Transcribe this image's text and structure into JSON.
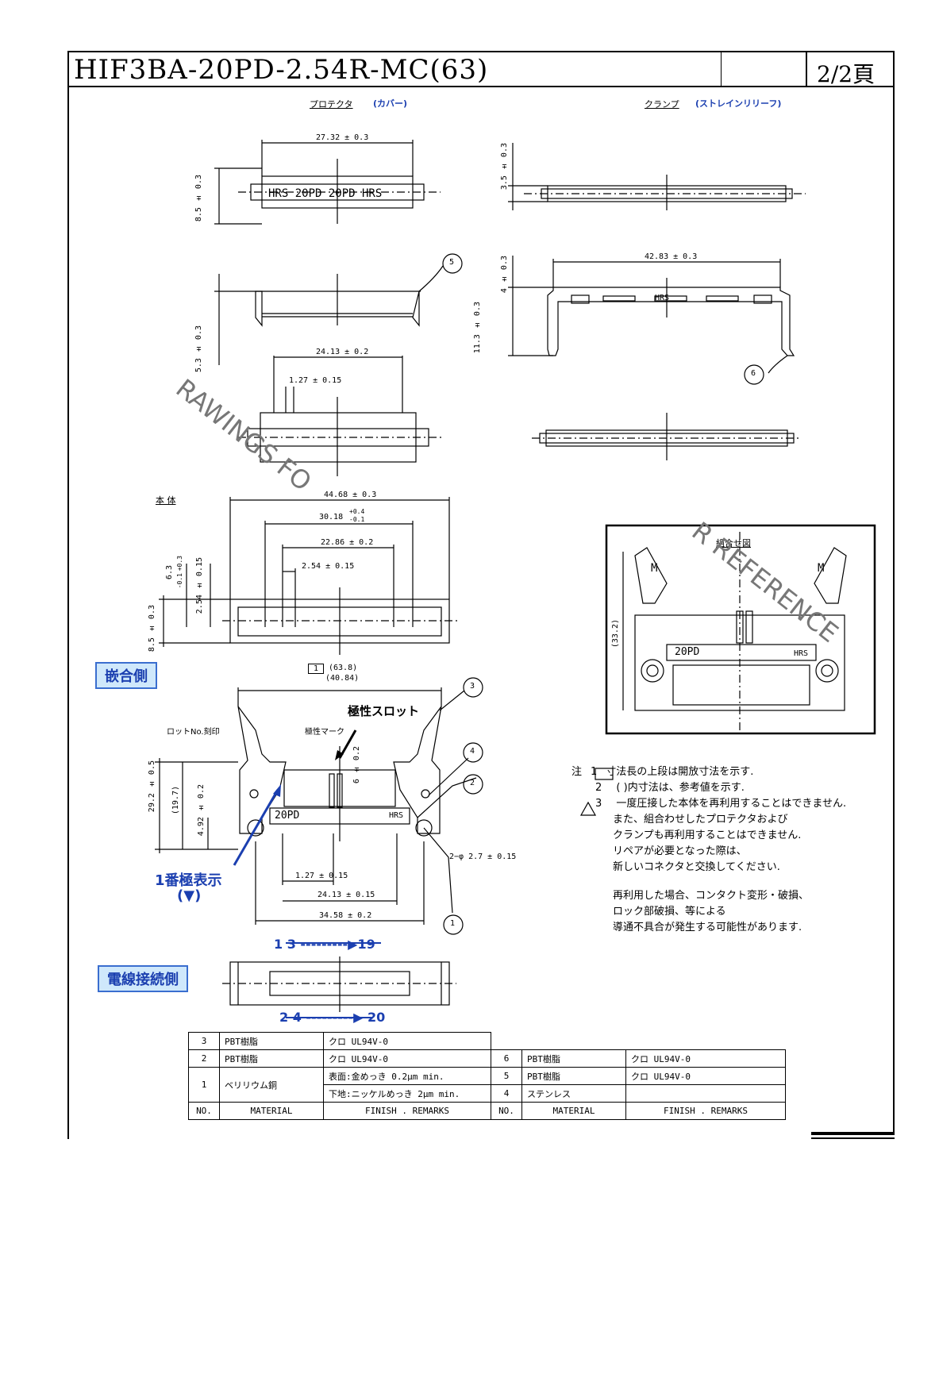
{
  "title_block": {
    "part_number": "HIF3BA-20PD-2.54R-MC(63)",
    "page": "2/2頁"
  },
  "section_labels": {
    "protector": "プロテクタ",
    "protector_alt": "(カバー)",
    "clamp": "クランプ",
    "clamp_alt": "(ストレインリリーフ)",
    "body": "本 体",
    "assembly": "組合せ図",
    "mating_side": "嵌合側",
    "wire_side": "電線接続側"
  },
  "protector_dims": {
    "d1": "27.32 ± 0.3",
    "d2": "8.5 ± 0.3",
    "d3": "5.3 ± 0.3",
    "d4": "24.13 ± 0.2",
    "d5": "1.27 ± 0.15",
    "marking": "HRS 20PD 20PD HRS"
  },
  "clamp_dims": {
    "d1": "3.5 ± 0.3",
    "d2": "42.83 ± 0.3",
    "d3": "4 ± 0.3",
    "d4": "11.3 ± 0.3",
    "marking": "HRS"
  },
  "body_dims": {
    "d1": "44.68 ± 0.3",
    "d2": "30.18",
    "d2_tol_plus": "+0.4",
    "d2_tol_minus": "-0.1",
    "d3": "22.86 ± 0.2",
    "d4": "2.54 ± 0.15",
    "d5": "6.3",
    "d5_tol_plus": "+0.3",
    "d5_tol_minus": "-0.1",
    "d6": "2.54 ± 0.15",
    "d7": "8.5 ± 0.3"
  },
  "assembly_dims": {
    "d1": "(33.2)",
    "marking_top": "20PD",
    "marking_bottom": "HRS",
    "letter": "M"
  },
  "mating_dims": {
    "d_open": "(63.8)",
    "d_ref": "(40.84)",
    "lot": "ロットNo.刻印",
    "polarity_mark": "極性マーク",
    "polarity_slot": "極性スロット",
    "d_h1": "29.2 ± 0.5",
    "d_h2": "(19.7)",
    "d_h3": "4.92 ± 0.2",
    "d_h4": "6 ± 0.2",
    "d_hole": "2−φ 2.7 ± 0.15",
    "d_w1": "1.27 ± 0.15",
    "d_w2": "24.13 ± 0.15",
    "d_w3": "34.58 ± 0.2",
    "pin1_label": "1番極表示",
    "pin1_symbol": "(▼)",
    "marking": "20PD",
    "marking2": "HRS"
  },
  "wire_side": {
    "row1": "1 3 ---------▶19",
    "row2": "2 4 ---------▶ 20"
  },
  "callouts": [
    "1",
    "2",
    "3",
    "4",
    "5",
    "6"
  ],
  "notes": {
    "head": "注",
    "n1_num": "1",
    "n1": "寸法長の上段は開放寸法を示す.",
    "n2_num": "2",
    "n2": "(   )内寸法は、参考値を示す.",
    "n3_num": "3",
    "n3_lines": [
      "一度圧接した本体を再利用することはできません.",
      "また、組合わせしたプロテクタおよび",
      "クランプも再利用することはできません.",
      "リペアが必要となった際は、",
      "新しいコネクタと交換してください."
    ],
    "n4_lines": [
      "再利用した場合、コンタクト変形・破損、",
      "ロック部破損、等による",
      "導通不具合が発生する可能性があります."
    ]
  },
  "watermark": {
    "text1": "RAWINGS FO",
    "text2": "R REFERENCE"
  },
  "bom": {
    "headers": [
      "NO.",
      "MATERIAL",
      "FINISH . REMARKS",
      "NO.",
      "MATERIAL",
      "FINISH . REMARKS"
    ],
    "rows": [
      {
        "no": "3",
        "material": "PBT樹脂",
        "finish": "クロ        UL94V-0"
      },
      {
        "no": "2",
        "material": "PBT樹脂",
        "finish": "クロ        UL94V-0",
        "no_r": "6",
        "material_r": "PBT樹脂",
        "finish_r": "クロ        UL94V-0"
      },
      {
        "no": "1",
        "material": "ベリリウム銅",
        "finish": "表面:金めっき 0.2μm min.",
        "finish2": "下地:ニッケルめっき 2μm min.",
        "no_r": "5",
        "material_r": "PBT樹脂",
        "finish_r": "クロ        UL94V-0",
        "no_r2": "4",
        "material_r2": "ステンレス",
        "finish_r2": ""
      }
    ]
  }
}
